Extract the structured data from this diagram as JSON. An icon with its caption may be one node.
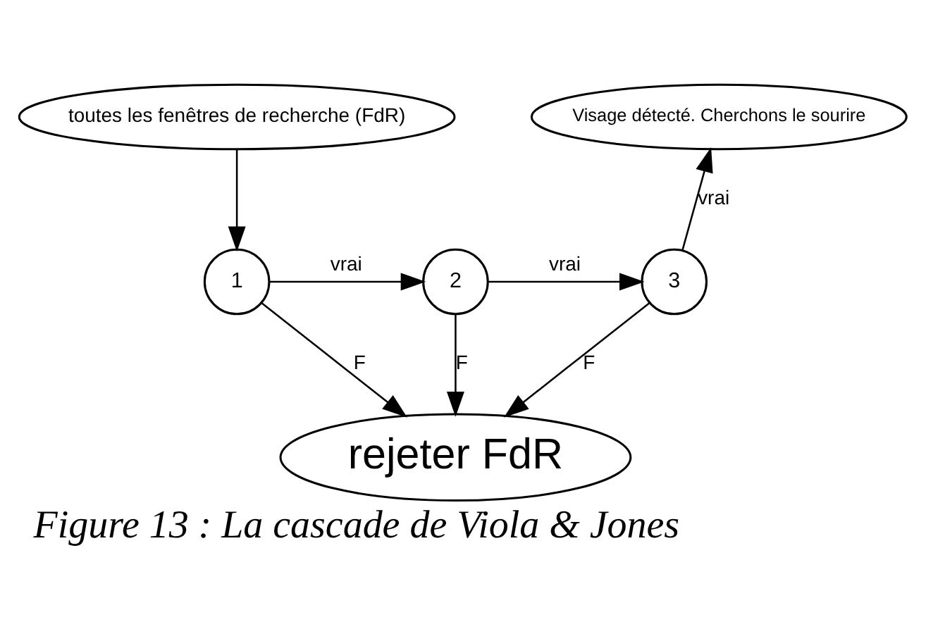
{
  "diagram": {
    "caption": "Figure 13 : La cascade de Viola & Jones",
    "nodes": [
      {
        "text": [
          "toutes les fenêtres de recherche (FdR)"
        ]
      },
      {
        "text": [
          "1"
        ]
      },
      {
        "text": [
          "2"
        ]
      },
      {
        "text": [
          "3"
        ]
      },
      {
        "text": [
          "Visage détecté. Cherchons le sourire"
        ]
      },
      {
        "text": [
          "rejeter FdR"
        ]
      }
    ],
    "edges": [
      {
        "from": 0,
        "to": 1,
        "arrow": "to"
      },
      {
        "from": 1,
        "to": 2,
        "arrow": "to",
        "label": "vrai"
      },
      {
        "from": 2,
        "to": 3,
        "arrow": "to",
        "label": "vrai"
      },
      {
        "from": 3,
        "to": 4,
        "arrow": "to",
        "label": "vrai"
      },
      {
        "from": 1,
        "to": 5,
        "arrow": "to",
        "label": "F"
      },
      {
        "from": 2,
        "to": 5,
        "arrow": "to",
        "label": "F"
      },
      {
        "from": 3,
        "to": 5,
        "arrow": "to",
        "label": "F"
      }
    ]
  }
}
